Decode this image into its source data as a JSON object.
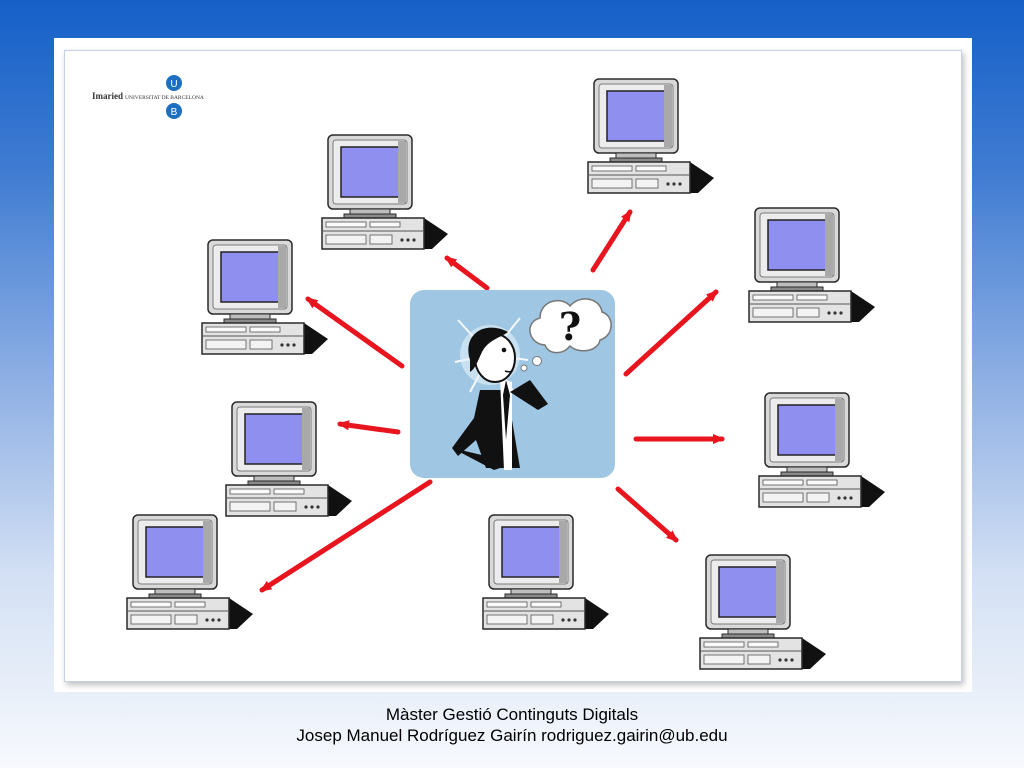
{
  "logo": {
    "left_text": "Imaried",
    "wordmark": "UNIVERSITAT DE BARCELONA",
    "letter_top": "U",
    "letter_bottom": "B"
  },
  "center_figure": {
    "icon": "thinking-person-icon",
    "bubble_symbol": "?"
  },
  "computers": [
    {
      "id": "top-left-1"
    },
    {
      "id": "left-1"
    },
    {
      "id": "left-2"
    },
    {
      "id": "bottom-left"
    },
    {
      "id": "bottom-center"
    },
    {
      "id": "bottom-right"
    },
    {
      "id": "right-2"
    },
    {
      "id": "right-1"
    },
    {
      "id": "top-right"
    }
  ],
  "colors": {
    "arrow": "#e8141e",
    "screen": "#8f8ff0",
    "center_bg": "#9fc6e2",
    "logo_blue": "#1f6fc0"
  },
  "footer": {
    "line1": "Màster Gestió Continguts Digitals",
    "line2": "Josep Manuel Rodríguez Gairín rodriguez.gairin@ub.edu"
  }
}
